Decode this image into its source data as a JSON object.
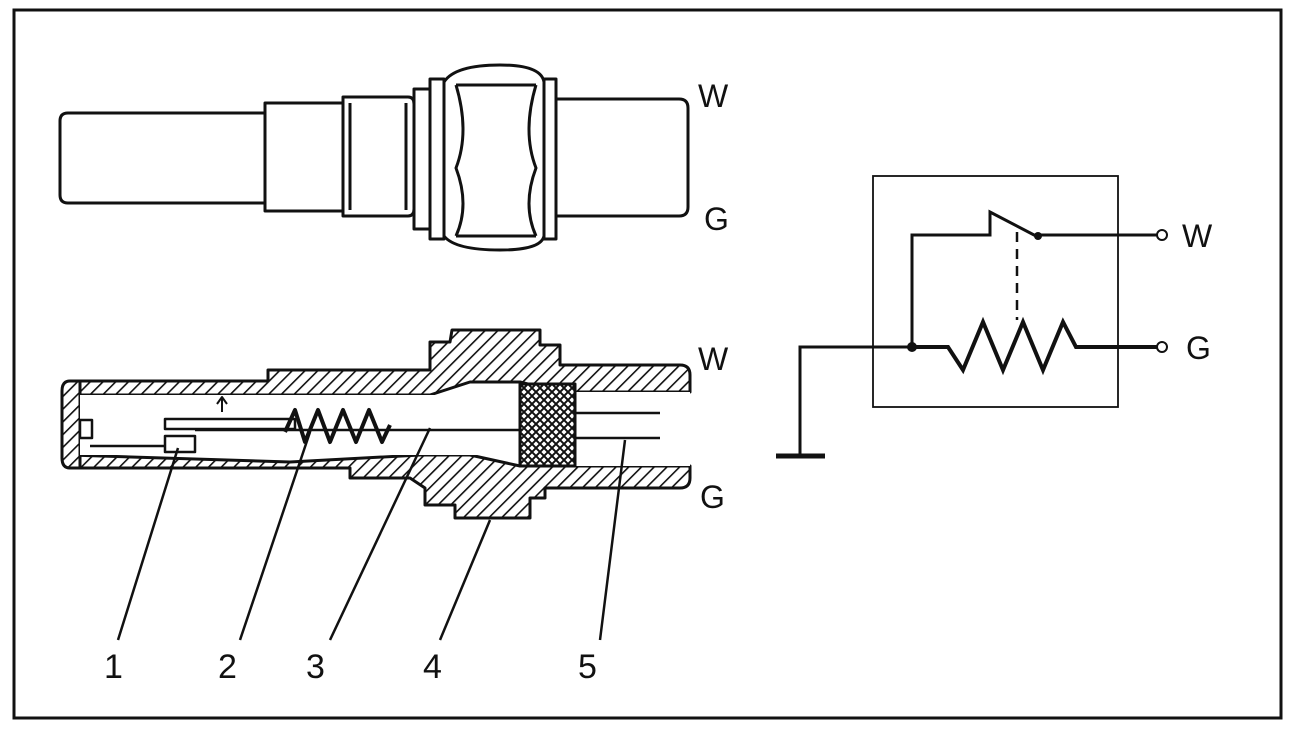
{
  "terminals": {
    "side_view": {
      "top": "W",
      "bottom": "G"
    },
    "section_view": {
      "top": "W",
      "bottom": "G"
    },
    "schematic": {
      "top": "W",
      "bottom": "G"
    }
  },
  "callouts": [
    "1",
    "2",
    "3",
    "4",
    "5"
  ]
}
